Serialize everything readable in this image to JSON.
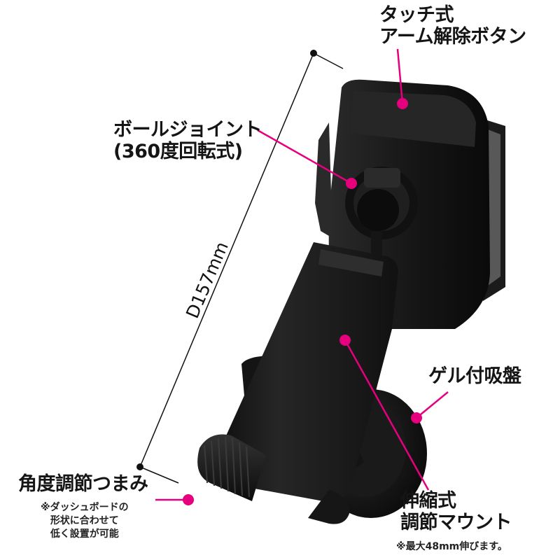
{
  "labels": {
    "touch_release_line1": "タッチ式",
    "touch_release_line2": "アーム解除ボタン",
    "ball_joint_line1": "ボールジョイント",
    "ball_joint_line2": "(360度回転式)",
    "dimension": "D157mm",
    "gel_suction": "ゲル付吸盤",
    "angle_knob": "角度調節つまみ",
    "angle_note_line1": "※ダッシュボードの",
    "angle_note_line2": "形状に合わせて",
    "angle_note_line3": "低く設置が可能",
    "telescopic_line1": "伸縮式",
    "telescopic_line2": "調節マウント",
    "telescopic_note": "※最大48mm伸びます。"
  },
  "colors": {
    "accent": "#e6007e",
    "product": "#1c1c1c",
    "text": "#151515"
  }
}
